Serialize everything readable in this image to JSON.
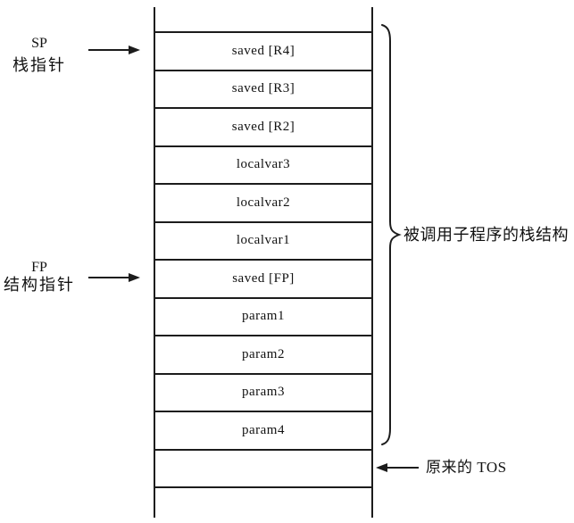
{
  "diagram": {
    "sp_pointer": {
      "abbr": "SP",
      "name": "栈指针"
    },
    "fp_pointer": {
      "abbr": "FP",
      "name": "结构指针"
    },
    "stack_cells": [
      {
        "label": "saved [R4]"
      },
      {
        "label": "saved [R3]"
      },
      {
        "label": "saved [R2]"
      },
      {
        "label": "localvar3"
      },
      {
        "label": "localvar2"
      },
      {
        "label": "localvar1"
      },
      {
        "label": "saved [FP]"
      },
      {
        "label": "param1"
      },
      {
        "label": "param2"
      },
      {
        "label": "param3"
      },
      {
        "label": "param4"
      },
      {
        "label": ""
      }
    ],
    "brace_label": "被调用子程序的栈结构",
    "tos_label": "原来的 TOS",
    "colors": {
      "line": "#1c1c1c",
      "background": "#ffffff",
      "text": "#111111"
    }
  }
}
